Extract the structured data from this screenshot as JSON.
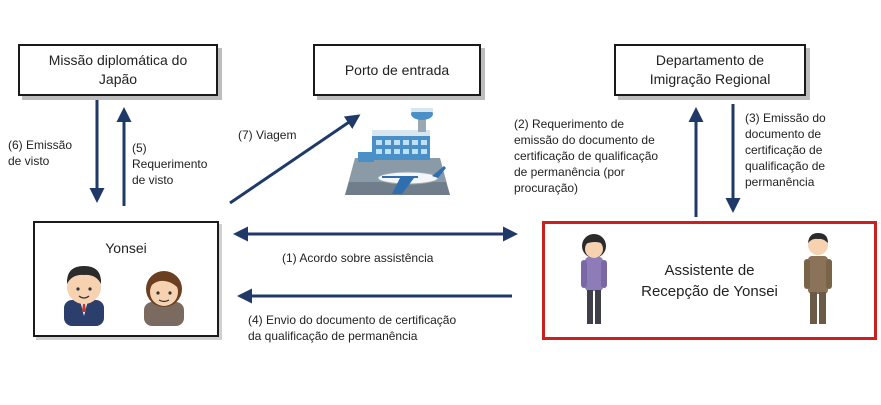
{
  "colors": {
    "arrow": "#1f3a68",
    "highlight_border": "#cc1f1f",
    "box_border": "#1a1a1a",
    "shadow": "#bdbdbd"
  },
  "boxes": {
    "missao": "Missão diplomática do\nJapão",
    "porto": "Porto de entrada",
    "departamento": "Departamento de\nImigração Regional",
    "yonsei": "Yonsei",
    "assistente": "Assistente de\nRecepção de Yonsei"
  },
  "labels": {
    "l1": "(1) Acordo sobre  assistência",
    "l2": "(2) Requerimento de\nemissão do documento de\ncertificação de qualificação\nde permanência (por\nprocuração)",
    "l3": "(3) Emissão do\ndocumento de\ncertificação de\nqualificação de\npermanência",
    "l4": "(4) Envio do documento de certificação\nda qualificação de permanência",
    "l5": "(5)\nRequerimento\nde visto",
    "l6": "(6) Emissão\nde visto",
    "l7": "(7) Viagem"
  },
  "icons": [
    "airport-icon",
    "person-man-icon",
    "person-woman-icon"
  ]
}
